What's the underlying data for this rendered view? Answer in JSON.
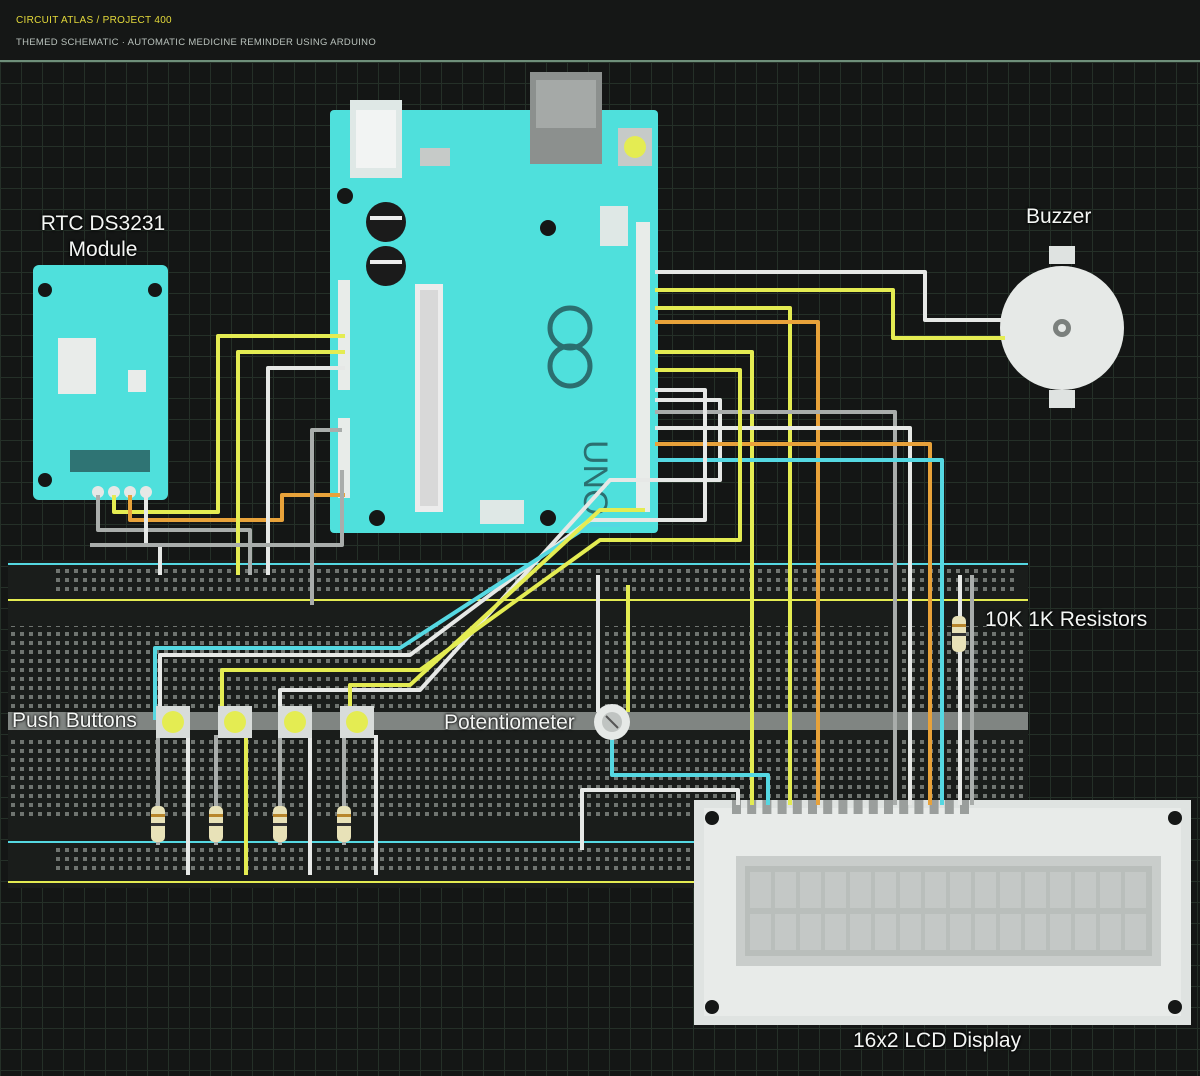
{
  "header": {
    "breadcrumb": "CIRCUIT ATLAS / PROJECT 400",
    "subtitle": "THEMED SCHEMATIC · AUTOMATIC MEDICINE REMINDER USING ARDUINO"
  },
  "labels": {
    "rtc_line1": "RTC DS3231",
    "rtc_line2": "Module",
    "buzzer": "Buzzer",
    "resistors": "10K 1K Resistors",
    "push_buttons": "Push Buttons",
    "potentiometer": "Potentiometer",
    "lcd": "16x2 LCD Display"
  },
  "arduino_logo_text": "UNO",
  "colors": {
    "background": "#141615",
    "grid": "#253028",
    "board": "#4fe0dc",
    "wire_yellow": "#e4ec52",
    "wire_orange": "#e8a23a",
    "wire_gray": "#a9adab",
    "wire_white": "#e6e8e6",
    "wire_cyan": "#55d8e2",
    "accent": "#e3d93a"
  }
}
